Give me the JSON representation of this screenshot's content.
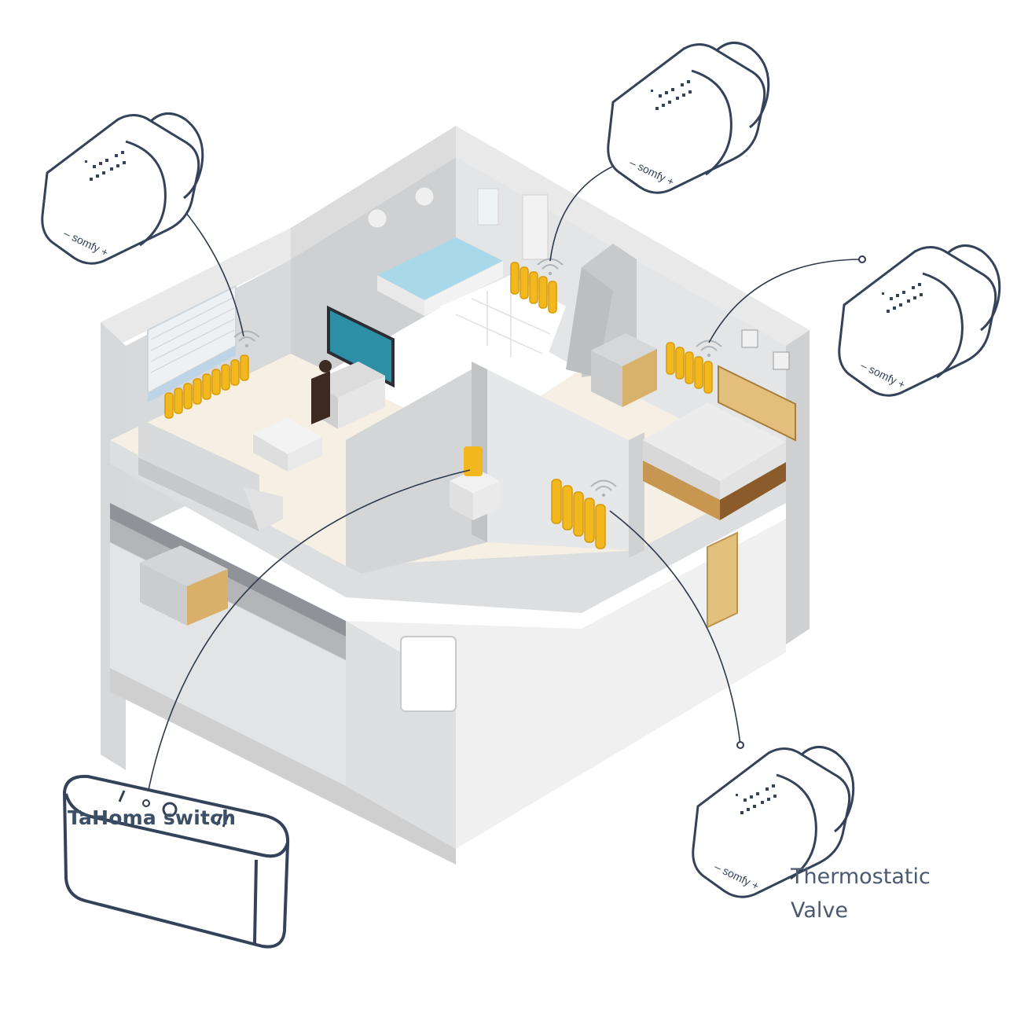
{
  "labels": {
    "hub": "TaHoma switch",
    "valve_line1": "Thermostatic",
    "valve_line2": "Valve"
  },
  "brand": {
    "valve_logo": "somfy"
  },
  "colors": {
    "outline": "#34435a",
    "radiator": "#f3b81e",
    "floor": "#f5efe4",
    "wall": "#d9dadb",
    "wall_light": "#ebebeb",
    "wood": "#d7ad66",
    "water": "#9bd2e3"
  },
  "icons": {
    "valve": "thermostatic-valve-icon",
    "hub": "tahoma-switch-icon",
    "signal": "wifi-signal-icon",
    "radiator": "radiator-icon"
  }
}
